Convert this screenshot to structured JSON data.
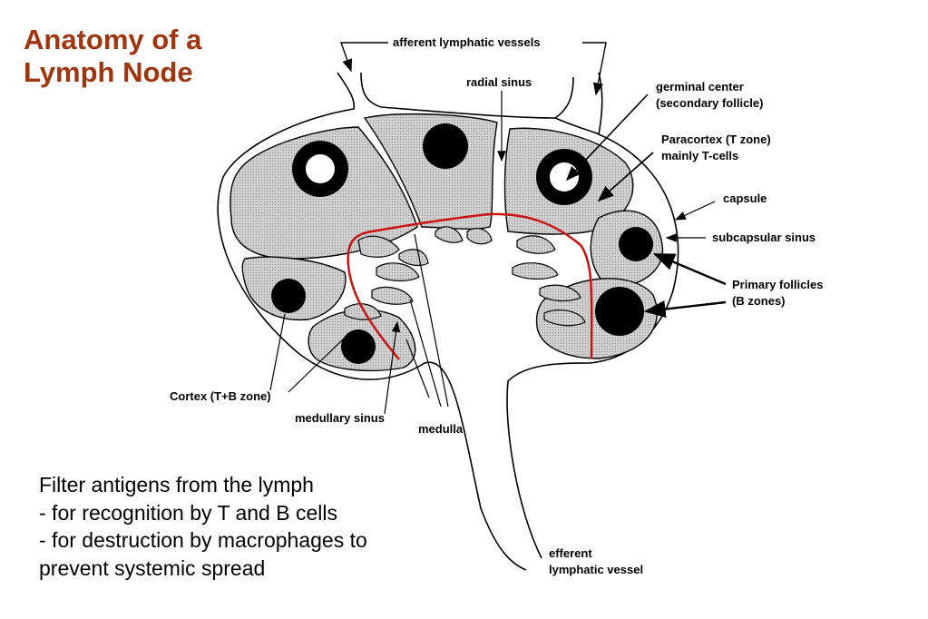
{
  "title": {
    "line1": "Anatomy of a",
    "line2": "Lymph Node"
  },
  "labels": {
    "afferent": "afferent lymphatic vessels",
    "radial_sinus": "radial sinus",
    "germinal_center_1": "germinal center",
    "germinal_center_2": "(secondary follicle)",
    "paracortex_1": "Paracortex (T zone)",
    "paracortex_2": "mainly T-cells",
    "capsule": "capsule",
    "subcapsular_sinus": "subcapsular sinus",
    "primary_follicles_1": "Primary follicles",
    "primary_follicles_2": "(B zones)",
    "cortex": "Cortex (T+B zone)",
    "medullary_sinus": "medullary sinus",
    "medulla": "medulla",
    "efferent_1": "efferent",
    "efferent_2": "lymphatic vessel"
  },
  "description": {
    "line1": "Filter antigens from the lymph",
    "line2": "- for recognition by T and B cells",
    "line3": "- for destruction by macrophages to",
    "line4": "prevent systemic spread"
  },
  "colors": {
    "title": "#a0360f",
    "paracortex_line": "#cc1111",
    "tissue_fill": "#c8c8c8"
  }
}
